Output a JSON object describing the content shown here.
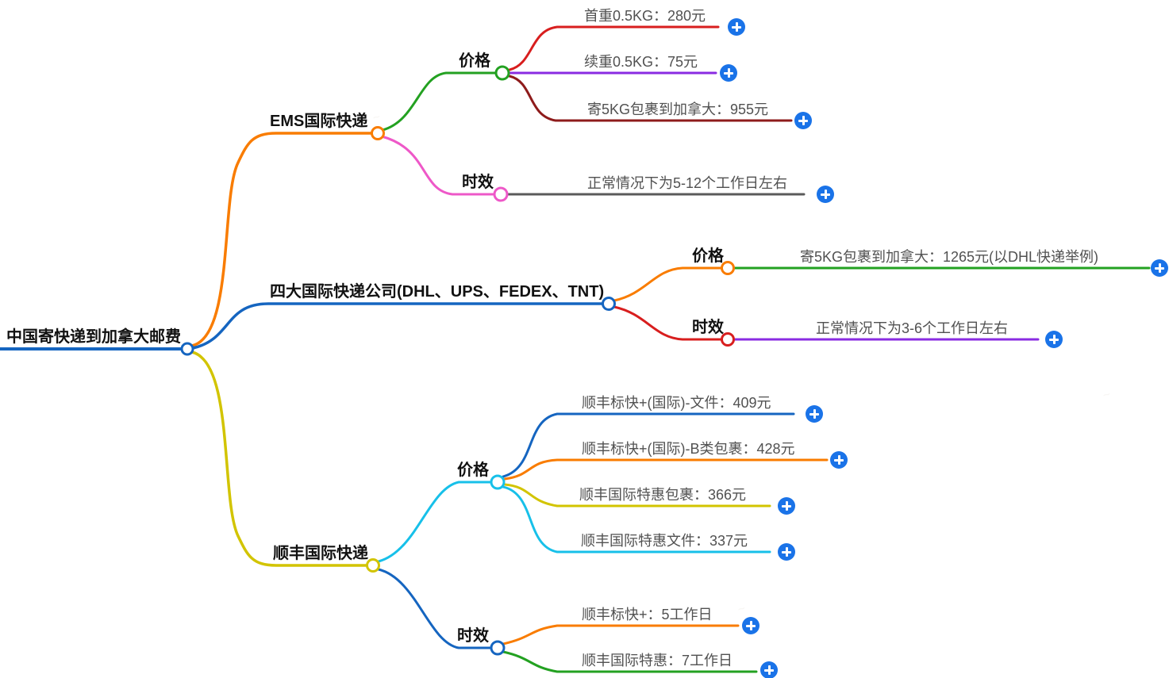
{
  "title": "中国寄快递到加拿大邮费",
  "root": {
    "label": "中国寄快递到加拿大邮费"
  },
  "branches": [
    {
      "label": "EMS国际快递",
      "children": [
        {
          "label": "价格",
          "children": [
            {
              "label": "首重0.5KG：280元"
            },
            {
              "label": "续重0.5KG：75元"
            },
            {
              "label": "寄5KG包裹到加拿大：955元"
            }
          ]
        },
        {
          "label": "时效",
          "children": [
            {
              "label": "正常情况下为5-12个工作日左右"
            }
          ]
        }
      ]
    },
    {
      "label": "四大国际快递公司(DHL、UPS、FEDEX、TNT)",
      "children": [
        {
          "label": "价格",
          "children": [
            {
              "label": "寄5KG包裹到加拿大：1265元(以DHL快递举例)"
            }
          ]
        },
        {
          "label": "时效",
          "children": [
            {
              "label": "正常情况下为3-6个工作日左右"
            }
          ]
        }
      ]
    },
    {
      "label": "顺丰国际快递",
      "children": [
        {
          "label": "价格",
          "children": [
            {
              "label": "顺丰标快+(国际)-文件：409元"
            },
            {
              "label": "顺丰标快+(国际)-B类包裹：428元"
            },
            {
              "label": "顺丰国际特惠包裹：366元"
            },
            {
              "label": "顺丰国际特惠文件：337元"
            }
          ]
        },
        {
          "label": "时效",
          "children": [
            {
              "label": "顺丰标快+：5工作日"
            },
            {
              "label": "顺丰国际特惠：7工作日"
            }
          ]
        }
      ]
    }
  ],
  "colors": {
    "blue": "#1565c0",
    "orange": "#f97c00",
    "green": "#23a121",
    "red": "#d81e1e",
    "darkred": "#8e1b1b",
    "purple": "#8a2be2",
    "magenta": "#ee58c8",
    "gray": "#5a5a5a",
    "yellow": "#d2c400",
    "cyan": "#17c0e9",
    "plus_button": "#1a73e8"
  }
}
